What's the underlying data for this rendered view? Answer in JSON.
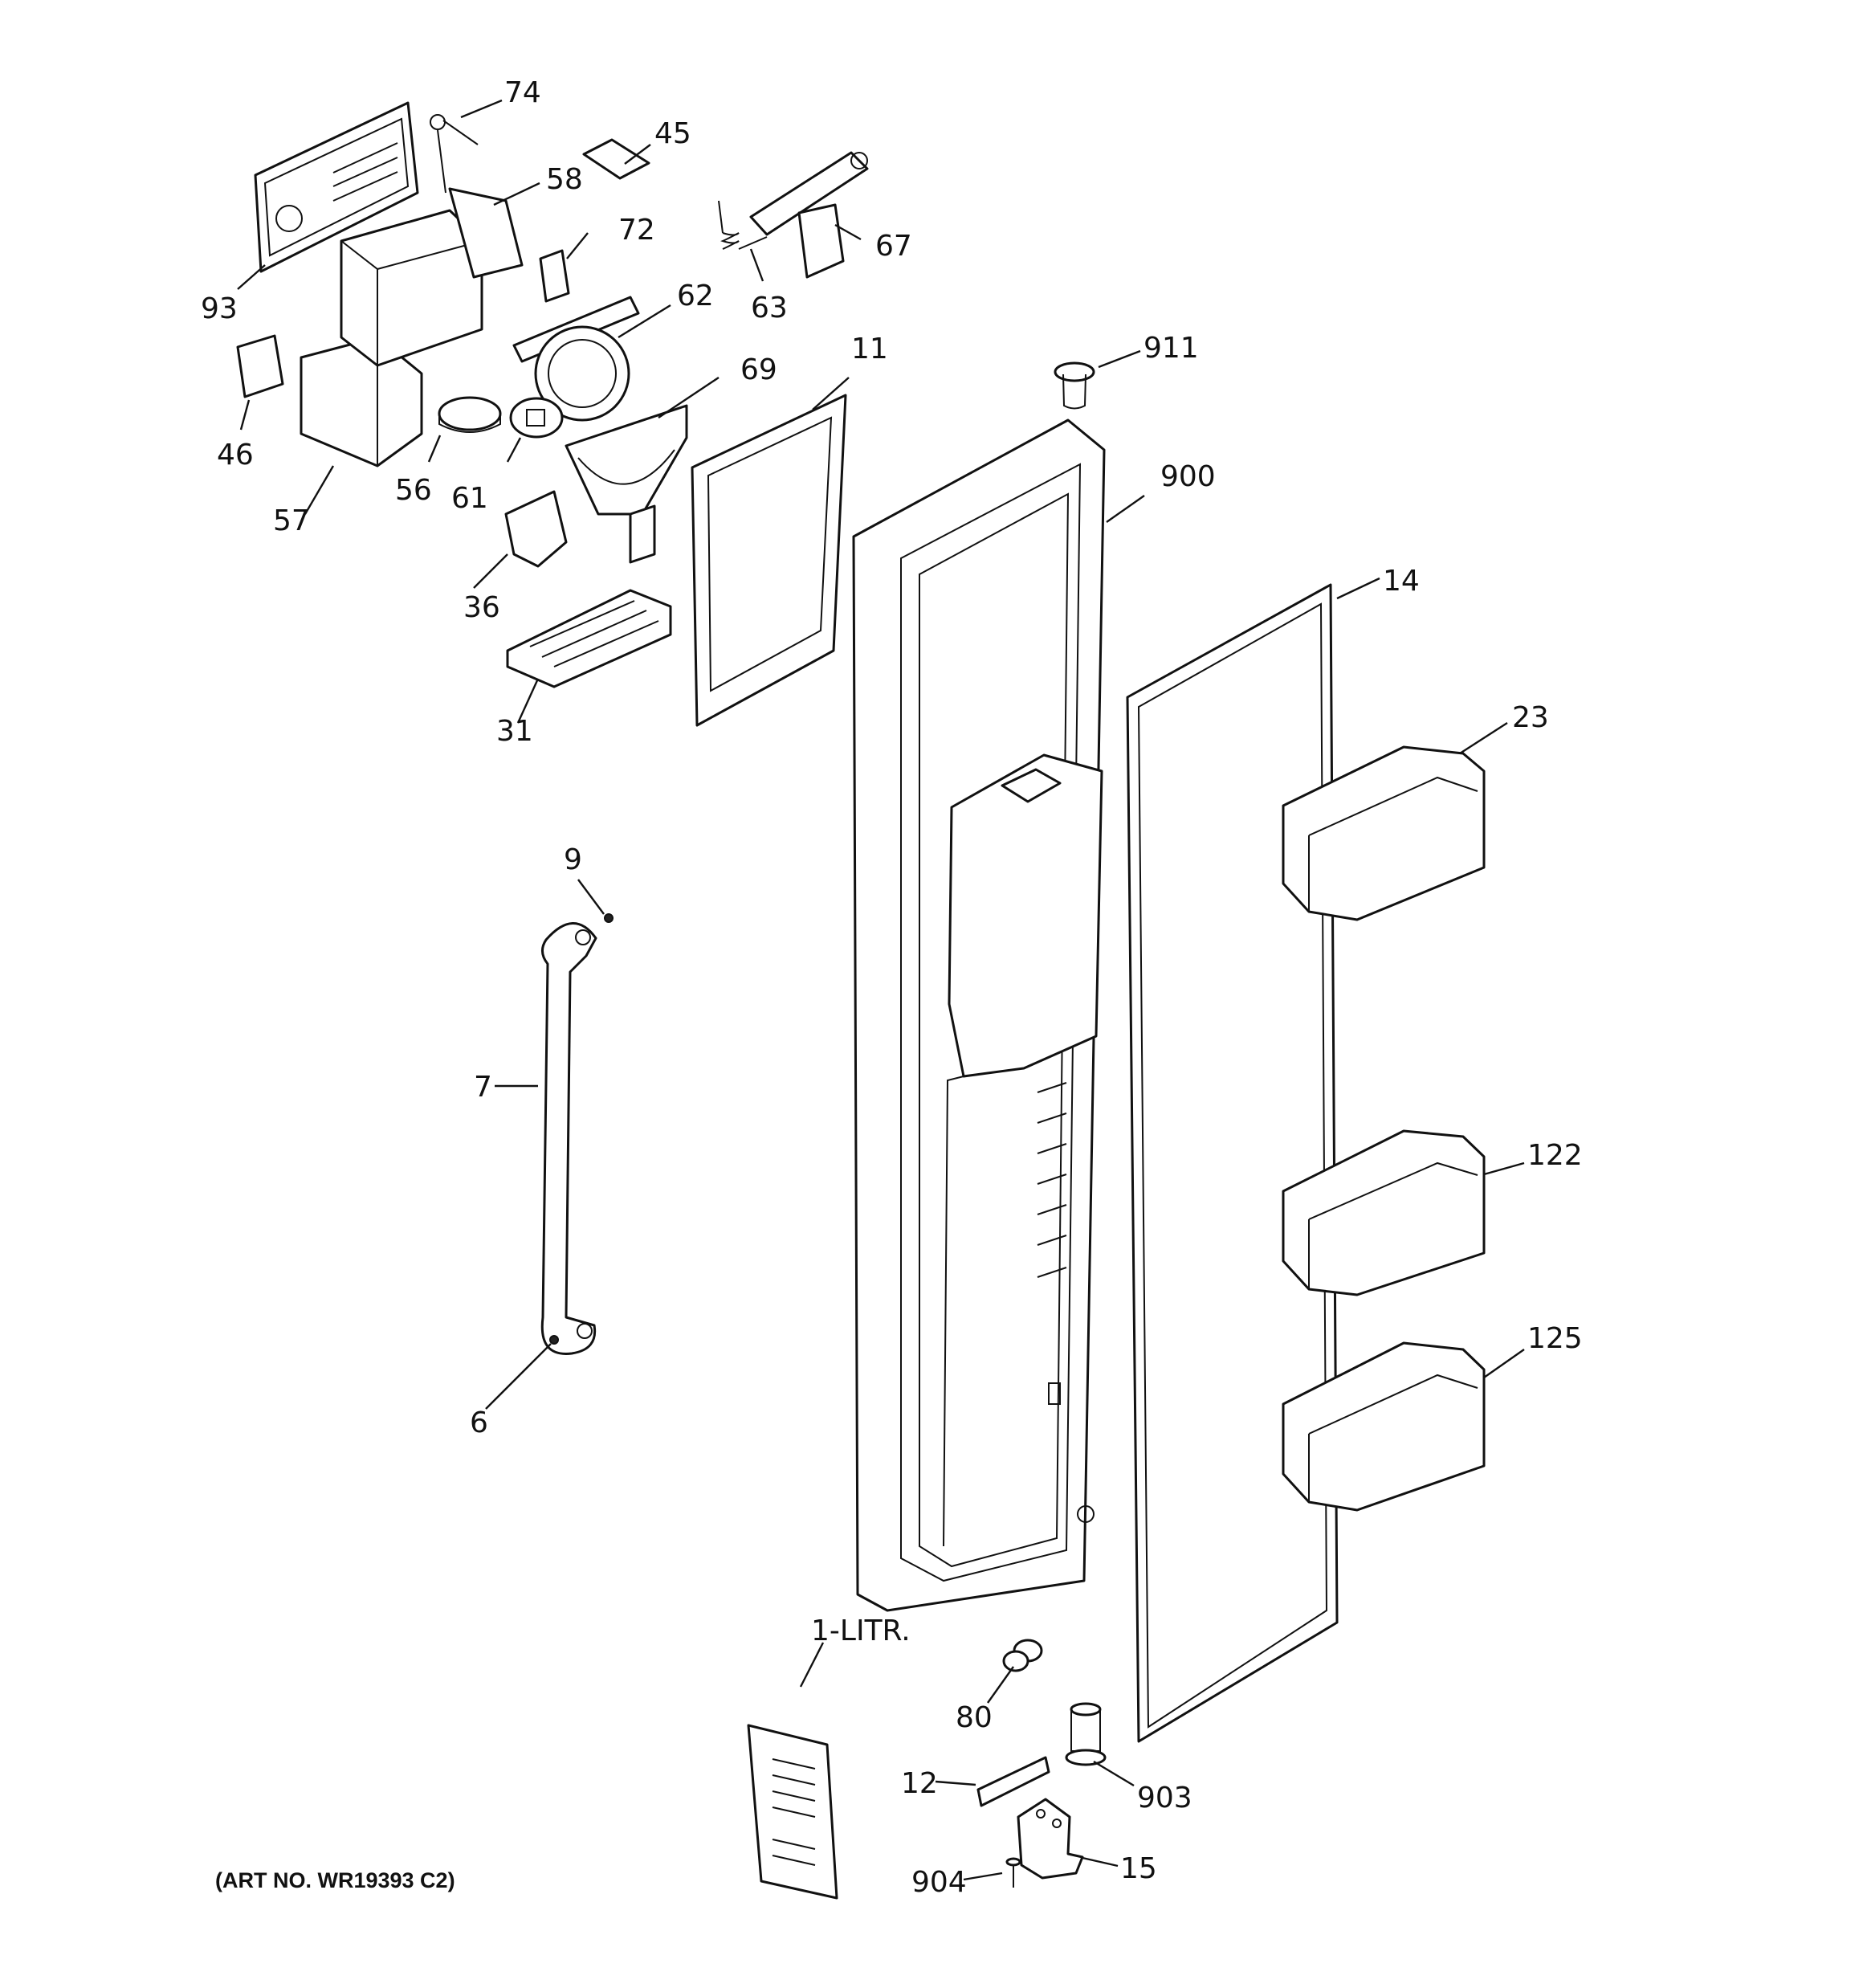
{
  "diagram": {
    "callouts": {
      "c74": "74",
      "c45": "45",
      "c58": "58",
      "c72": "72",
      "c67": "67",
      "c93": "93",
      "c63": "63",
      "c62": "62",
      "c46": "46",
      "c69": "69",
      "c11": "11",
      "c911": "911",
      "c56": "56",
      "c61": "61",
      "c57": "57",
      "c900": "900",
      "c36": "36",
      "c14": "14",
      "c31": "31",
      "c23": "23",
      "c9": "9",
      "c7": "7",
      "c122": "122",
      "c125": "125",
      "c6": "6",
      "c1litr": "1-LITR.",
      "c80": "80",
      "c12": "12",
      "c903": "903",
      "c904": "904",
      "c15": "15"
    },
    "art_number": "(ART NO. WR19393 C2)"
  }
}
